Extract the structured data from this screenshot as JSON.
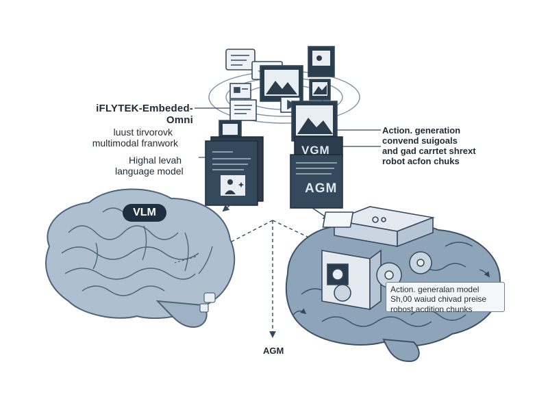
{
  "labels": {
    "framework": [
      "iFLYTEK-Embeded-Omni",
      "luust tirvorovk",
      "multimodal franwork"
    ],
    "language_model": [
      "Highal levah",
      "language model"
    ],
    "action_top": [
      "Action. generation",
      "convend suigoals",
      "and gad carrtet shrext",
      "robot acfon chuks"
    ],
    "vlm": "VLM",
    "vgm": "VGM",
    "agm_panel": "AGM",
    "agm_bottom": "AGM",
    "callout": [
      "Action. generalan model",
      "Sh,00 waiud chivad preise",
      "robost acdition chunks"
    ]
  },
  "colors": {
    "brain_fill": "#aebfd0",
    "brain_stroke": "#4d6478",
    "dark_panel": "#2b3c4d",
    "line": "#34495c",
    "accent_light": "#e9eef3"
  }
}
